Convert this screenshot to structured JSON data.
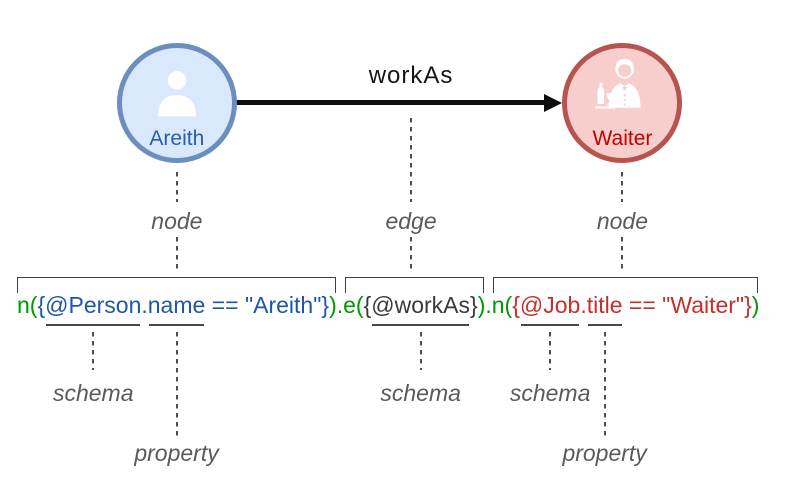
{
  "nodes": [
    {
      "id": "person",
      "label": "Areith",
      "annotation": "node"
    },
    {
      "id": "job",
      "label": "Waiter",
      "annotation": "node"
    }
  ],
  "edge": {
    "label": "workAs",
    "annotation": "edge"
  },
  "expression": {
    "full": "n({@Person.name == \"Areith\"}).e({@workAs}).n({@Job.title == \"Waiter\"})",
    "tokens": {
      "n_open": "n(",
      "brace_open": "{",
      "person_schema": "@Person",
      "dot": ".",
      "person_property": "name",
      "person_tail": " == \"Areith\"}",
      "close_paren": ")",
      "e_open": ".e(",
      "edge_schema": "@workAs",
      "brace_close": "}",
      "n2_open": ".n(",
      "job_schema": "@Job",
      "job_property": "title",
      "job_tail": " == \"Waiter\"}"
    }
  },
  "annotation_labels": {
    "node": "node",
    "edge": "edge",
    "schema": "schema",
    "property": "property"
  },
  "colors": {
    "code_green": "#009900",
    "code_blue": "#1e56ad",
    "code_dark": "#3a3a3a",
    "code_red": "#c4302b",
    "person_node_fill": "#dae8fc",
    "person_node_border": "#6c8ebf",
    "person_label": "#2a5cae",
    "job_node_fill": "#f8cecc",
    "job_node_border": "#b85450",
    "job_label": "#c40000",
    "annotation_gray": "#5a5a5a",
    "arrow_black": "#0d0d0d"
  }
}
